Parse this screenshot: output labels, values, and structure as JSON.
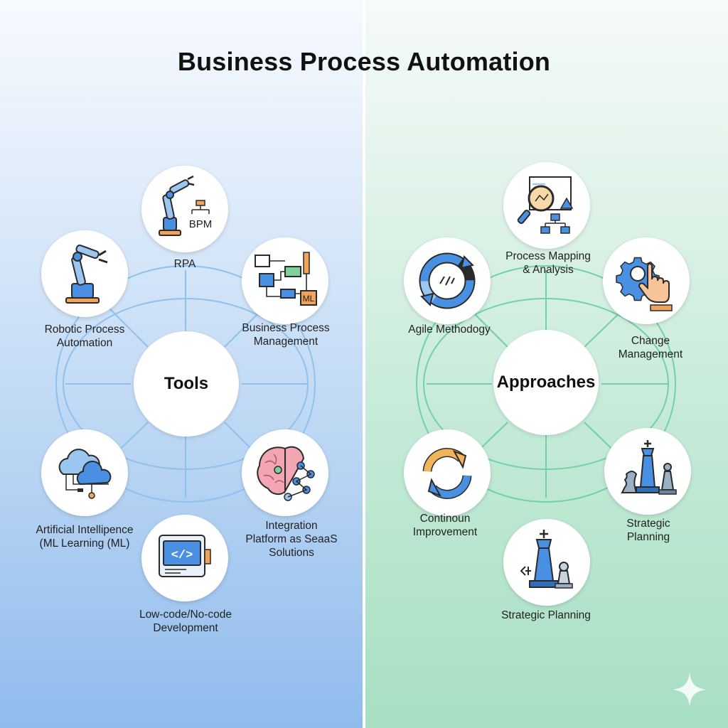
{
  "title": "Business Process Automation",
  "colors": {
    "tools_accent": "#4a90e2",
    "approaches_accent": "#3fbf86",
    "tools_line": "#8fc1ee",
    "approaches_line": "#74d0a6"
  },
  "tools": {
    "hub": "Tools",
    "nodes": [
      {
        "icon": "robot-arm-bpm-icon",
        "icon_text": "BPM",
        "label": "RPA"
      },
      {
        "icon": "flowchart-ml-icon",
        "icon_text": "ML",
        "label": "Business Process\nManagement"
      },
      {
        "icon": "neural-brain-icon",
        "label": "Integration\nPlatform as SeaaS\nSolutions"
      },
      {
        "icon": "code-window-icon",
        "icon_text": "</>",
        "label": "Low-code/No-code\nDevelopment"
      },
      {
        "icon": "cloud-network-icon",
        "label": "Artificial Intellipence\n(ML Learning (ML)"
      },
      {
        "icon": "robot-arm-icon",
        "label": "Robotic Process\nAutomation"
      }
    ]
  },
  "approaches": {
    "hub": "Approaches",
    "nodes": [
      {
        "icon": "magnifier-chart-icon",
        "label": "Process Mapping\n& Analysis"
      },
      {
        "icon": "gear-hand-icon",
        "label": "Change Management"
      },
      {
        "icon": "chess-pieces-icon",
        "label": "Strategic\nPlanning"
      },
      {
        "icon": "chess-king-icon",
        "label": "Strategic Planning"
      },
      {
        "icon": "refresh-cycle-icon",
        "label": "Continoun\nImprovement"
      },
      {
        "icon": "agile-cycle-icon",
        "label": "Agile Methodogy"
      }
    ]
  }
}
